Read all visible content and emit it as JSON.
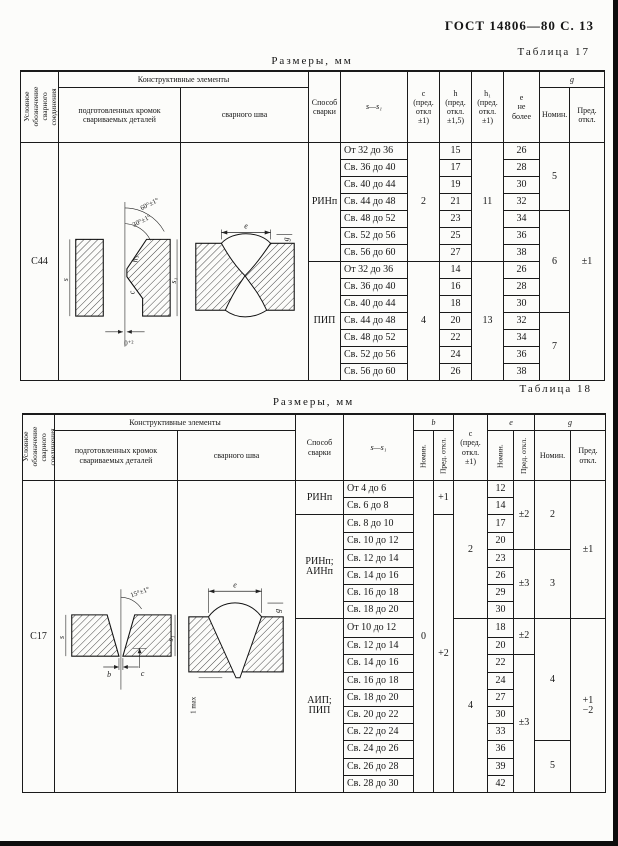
{
  "page": {
    "header_right": "ГОСТ 14806—80 С. 13"
  },
  "t17": {
    "caption": "Таблица 17",
    "sizes_label": "Размеры, мм",
    "head": {
      "usl": "Условное обозначение сварного соединения",
      "constr": "Конструктивные элементы",
      "kromki": "подготовленных кромок\nсвариваемых деталей",
      "shov": "сварного шва",
      "sposob": "Способ\nсварки",
      "s": "s—s₁",
      "c": "с\n(пред.\nоткл\n±1)",
      "h": "h\n(пред.\nоткл.\n±1,5)",
      "h1": "h₁\n(пред.\nоткл.\n±1)",
      "e": "е\nне\nболее",
      "g": "g",
      "nomin": "Номин.",
      "pred": "Пред.\nоткл."
    },
    "labels": {
      "angle60": "60°±1°",
      "angle30": "30°±1°",
      "s": "s",
      "s1": "s₁",
      "h1": "h₁",
      "c": "с",
      "gap": "0⁺²",
      "e": "е",
      "g": "g"
    },
    "body": [
      [
        {
          "v": "С44",
          "rs": 14,
          "cl": "des",
          "n": "designation-c44"
        },
        {
          "slot": "tpl-t17-edges",
          "rs": 14,
          "cl": "diag",
          "n": "edges-diagram-cell"
        },
        {
          "slot": "tpl-t17-seam",
          "rs": 14,
          "cl": "diag",
          "n": "seam-diagram-cell"
        },
        {
          "v": "РИНп",
          "rs": 7,
          "n": "weld-method"
        },
        {
          "v": "От 32 до 36",
          "cl": "l",
          "n": "s-range"
        },
        {
          "v": "2",
          "rs": 7,
          "n": "c-value"
        },
        {
          "v": "15",
          "n": "h-value"
        },
        {
          "v": "11",
          "rs": 7,
          "n": "h1-value"
        },
        {
          "v": "26",
          "n": "e-value"
        },
        {
          "v": "5",
          "rs": 4,
          "n": "g-nominal"
        },
        {
          "v": "±1",
          "rs": 14,
          "n": "g-deviation"
        }
      ],
      [
        {
          "v": "Св. 36 до 40",
          "cl": "l",
          "n": "s-range"
        },
        {
          "v": "17",
          "n": "h-value"
        },
        {
          "v": "28",
          "n": "e-value"
        }
      ],
      [
        {
          "v": "Св. 40 до 44",
          "cl": "l",
          "n": "s-range"
        },
        {
          "v": "19",
          "n": "h-value"
        },
        {
          "v": "30",
          "n": "e-value"
        }
      ],
      [
        {
          "v": "Св. 44 до 48",
          "cl": "l",
          "n": "s-range"
        },
        {
          "v": "21",
          "n": "h-value"
        },
        {
          "v": "32",
          "n": "e-value"
        }
      ],
      [
        {
          "v": "Св. 48 до 52",
          "cl": "l",
          "n": "s-range"
        },
        {
          "v": "23",
          "n": "h-value"
        },
        {
          "v": "34",
          "n": "e-value"
        },
        {
          "v": "6",
          "rs": 6,
          "n": "g-nominal"
        }
      ],
      [
        {
          "v": "Св. 52 до 56",
          "cl": "l",
          "n": "s-range"
        },
        {
          "v": "25",
          "n": "h-value"
        },
        {
          "v": "36",
          "n": "e-value"
        }
      ],
      [
        {
          "v": "Св. 56 до 60",
          "cl": "l",
          "n": "s-range"
        },
        {
          "v": "27",
          "n": "h-value"
        },
        {
          "v": "38",
          "n": "e-value"
        }
      ],
      [
        {
          "v": "ПИП",
          "rs": 7,
          "n": "weld-method"
        },
        {
          "v": "От 32 до 36",
          "cl": "l",
          "n": "s-range"
        },
        {
          "v": "4",
          "rs": 7,
          "n": "c-value"
        },
        {
          "v": "14",
          "n": "h-value"
        },
        {
          "v": "13",
          "rs": 7,
          "n": "h1-value"
        },
        {
          "v": "26",
          "n": "e-value"
        }
      ],
      [
        {
          "v": "Св. 36 до 40",
          "cl": "l",
          "n": "s-range"
        },
        {
          "v": "16",
          "n": "h-value"
        },
        {
          "v": "28",
          "n": "e-value"
        }
      ],
      [
        {
          "v": "Св. 40 до 44",
          "cl": "l",
          "n": "s-range"
        },
        {
          "v": "18",
          "n": "h-value"
        },
        {
          "v": "30",
          "n": "e-value"
        }
      ],
      [
        {
          "v": "Св. 44 до 48",
          "cl": "l",
          "n": "s-range"
        },
        {
          "v": "20",
          "n": "h-value"
        },
        {
          "v": "32",
          "n": "e-value"
        },
        {
          "v": "7",
          "rs": 4,
          "n": "g-nominal"
        }
      ],
      [
        {
          "v": "Св. 48 до 52",
          "cl": "l",
          "n": "s-range"
        },
        {
          "v": "22",
          "n": "h-value"
        },
        {
          "v": "34",
          "n": "e-value"
        }
      ],
      [
        {
          "v": "Св. 52 до 56",
          "cl": "l",
          "n": "s-range"
        },
        {
          "v": "24",
          "n": "h-value"
        },
        {
          "v": "36",
          "n": "e-value"
        }
      ],
      [
        {
          "v": "Св. 56 до 60",
          "cl": "l",
          "n": "s-range"
        },
        {
          "v": "26",
          "n": "h-value"
        },
        {
          "v": "38",
          "n": "e-value"
        }
      ]
    ]
  },
  "t18": {
    "caption": "Таблица 18",
    "sizes_label": "Размеры, мм",
    "head": {
      "usl": "Условное обозначение сварного соединения",
      "constr": "Конструктивные элементы",
      "kromki": "подготовленных кромок\nсвариваемых деталей",
      "shov": "сварного шва",
      "sposob": "Способ\nсварки",
      "s": "s—s₁",
      "b": "b",
      "c": "с\n(пред.\nоткл.\n±1)",
      "e": "е",
      "g": "g",
      "nomin": "Номин.",
      "pred": "Пред. откл.",
      "pred2": "Пред.\nоткл."
    },
    "labels": {
      "angle": "15°±1°",
      "s": "s",
      "s1": "s₁",
      "b": "b",
      "c": "с",
      "e": "е",
      "g": "g",
      "onemax": "1 max"
    },
    "body": [
      [
        {
          "v": "С17",
          "rs": 18,
          "cl": "des",
          "n": "designation-c17"
        },
        {
          "slot": "tpl-t18-edges",
          "rs": 18,
          "cl": "diag",
          "n": "edges-diagram-cell"
        },
        {
          "slot": "tpl-t18-seam",
          "rs": 18,
          "cl": "diag",
          "n": "seam-diagram-cell"
        },
        {
          "v": "РИНп",
          "rs": 2,
          "n": "weld-method"
        },
        {
          "v": "От 4 до 6",
          "cl": "l",
          "n": "s-range"
        },
        {
          "v": "0",
          "rs": 18,
          "n": "b-nominal"
        },
        {
          "v": "+1",
          "rs": 2,
          "n": "b-deviation"
        },
        {
          "v": "2",
          "rs": 8,
          "n": "c-value"
        },
        {
          "v": "12",
          "n": "e-nominal"
        },
        {
          "v": "±2",
          "rs": 4,
          "n": "e-deviation"
        },
        {
          "v": "2",
          "rs": 4,
          "n": "g-nominal"
        },
        {
          "v": "±1",
          "rs": 8,
          "n": "g-deviation"
        }
      ],
      [
        {
          "v": "Св. 6 до 8",
          "cl": "l",
          "n": "s-range"
        },
        {
          "v": "14",
          "n": "e-nominal"
        }
      ],
      [
        {
          "v": "РИНп;\nАИНп",
          "rs": 6,
          "cl": "pre",
          "n": "weld-method"
        },
        {
          "v": "Св. 8 до 10",
          "cl": "l",
          "n": "s-range"
        },
        {
          "v": "+2",
          "rs": 16,
          "n": "b-deviation"
        },
        {
          "v": "17",
          "n": "e-nominal"
        }
      ],
      [
        {
          "v": "Св. 10 до 12",
          "cl": "l",
          "n": "s-range"
        },
        {
          "v": "20",
          "n": "e-nominal"
        }
      ],
      [
        {
          "v": "Св. 12 до 14",
          "cl": "l",
          "n": "s-range"
        },
        {
          "v": "23",
          "n": "e-nominal"
        },
        {
          "v": "±3",
          "rs": 4,
          "n": "e-deviation"
        },
        {
          "v": "3",
          "rs": 4,
          "n": "g-nominal"
        }
      ],
      [
        {
          "v": "Св. 14 до 16",
          "cl": "l",
          "n": "s-range"
        },
        {
          "v": "26",
          "n": "e-nominal"
        }
      ],
      [
        {
          "v": "Св. 16 до 18",
          "cl": "l",
          "n": "s-range"
        },
        {
          "v": "29",
          "n": "e-nominal"
        }
      ],
      [
        {
          "v": "Св. 18 до 20",
          "cl": "l",
          "n": "s-range"
        },
        {
          "v": "30",
          "n": "e-nominal"
        }
      ],
      [
        {
          "v": "АИП;\nПИП",
          "rs": 10,
          "cl": "pre",
          "n": "weld-method"
        },
        {
          "v": "От 10 до 12",
          "cl": "l",
          "n": "s-range"
        },
        {
          "v": "4",
          "rs": 10,
          "n": "c-value"
        },
        {
          "v": "18",
          "n": "e-nominal"
        },
        {
          "v": "±2",
          "rs": 2,
          "n": "e-deviation"
        },
        {
          "v": "4",
          "rs": 7,
          "n": "g-nominal"
        },
        {
          "v": "+1\n−2",
          "rs": 10,
          "cl": "pre",
          "n": "g-deviation"
        }
      ],
      [
        {
          "v": "Св. 12 до 14",
          "cl": "l",
          "n": "s-range"
        },
        {
          "v": "20",
          "n": "e-nominal"
        }
      ],
      [
        {
          "v": "Св. 14 до 16",
          "cl": "l",
          "n": "s-range"
        },
        {
          "v": "22",
          "n": "e-nominal"
        },
        {
          "v": "±3",
          "rs": 8,
          "n": "e-deviation"
        }
      ],
      [
        {
          "v": "Св. 16 до 18",
          "cl": "l",
          "n": "s-range"
        },
        {
          "v": "24",
          "n": "e-nominal"
        }
      ],
      [
        {
          "v": "Св. 18 до 20",
          "cl": "l",
          "n": "s-range"
        },
        {
          "v": "27",
          "n": "e-nominal"
        }
      ],
      [
        {
          "v": "Св. 20 до 22",
          "cl": "l",
          "n": "s-range"
        },
        {
          "v": "30",
          "n": "e-nominal"
        }
      ],
      [
        {
          "v": "Св. 22 до 24",
          "cl": "l",
          "n": "s-range"
        },
        {
          "v": "33",
          "n": "e-nominal"
        }
      ],
      [
        {
          "v": "Св. 24 до 26",
          "cl": "l",
          "n": "s-range"
        },
        {
          "v": "36",
          "n": "e-nominal"
        },
        {
          "v": "5",
          "rs": 3,
          "n": "g-nominal"
        }
      ],
      [
        {
          "v": "Св. 26 до 28",
          "cl": "l",
          "n": "s-range"
        },
        {
          "v": "39",
          "n": "e-nominal"
        }
      ],
      [
        {
          "v": "Св. 28 до 30",
          "cl": "l",
          "n": "s-range"
        },
        {
          "v": "42",
          "n": "e-nominal"
        }
      ]
    ]
  }
}
